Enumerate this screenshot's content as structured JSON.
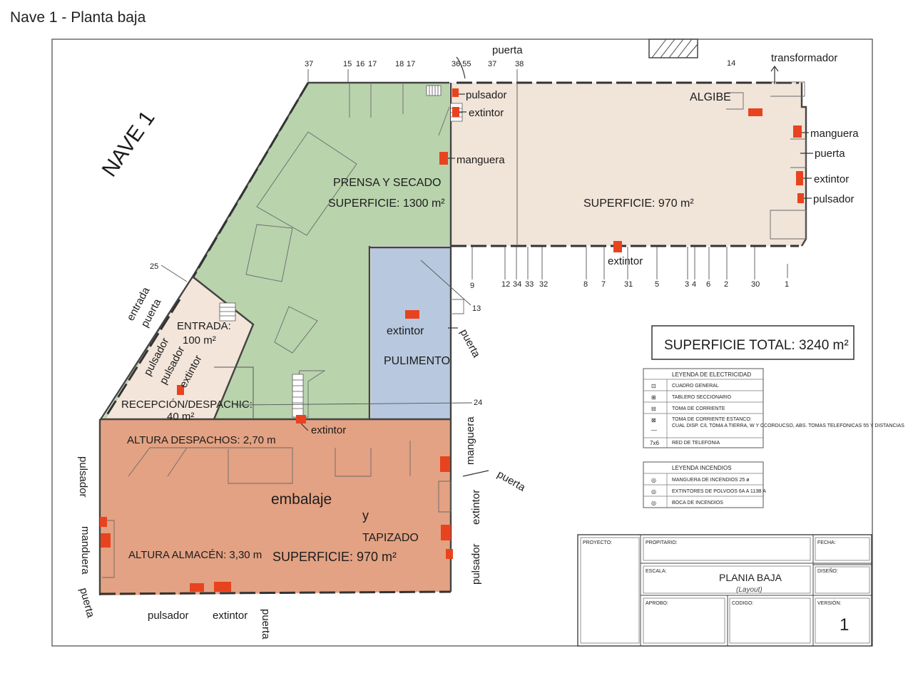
{
  "page_title": "Nave 1 - Planta baja",
  "nave_label": "NAVE 1",
  "colors": {
    "zone_green": "#b9d3ad",
    "zone_beige": "#f1e4d8",
    "zone_blue": "#b8c8de",
    "zone_orange": "#e3a283",
    "zone_entry": "#f3e5da",
    "safety_red": "#e8431f"
  },
  "zones": {
    "prensa": {
      "name": "PRENSA Y SECADO",
      "surface": "SUPERFICIE: 1300 m²"
    },
    "nave_east": {
      "surface": "SUPERFICIE: 970 m²"
    },
    "pulimento": {
      "name": "PULIMENTO",
      "extinguisher": "extintor"
    },
    "embalaje": {
      "name1": "embalaje",
      "name2": "y",
      "name3": "TAPIZADO",
      "surface": "SUPERFICIE: 970 m²",
      "height_offices": "ALTURA DESPACHOS: 2,70 m",
      "height_storage": "ALTURA ALMACÉN: 3,30 m"
    },
    "entrada": {
      "name": "ENTRADA:",
      "surface": "100 m²"
    },
    "recepcion": {
      "name": "RECEPCIÓN/DESPACHIC:",
      "surface": "40 m²"
    },
    "algibe": "ALGIBE"
  },
  "annotations": {
    "puerta_top": "puerta",
    "pulsador_top": "pulsador",
    "extintor_top": "extintor",
    "manguera_mid": "manguera",
    "transformador": "transformador",
    "manguera_right": "manguera",
    "puerta_right": "puerta",
    "extintor_right": "extintor",
    "pulsador_right": "pulsador",
    "extintor_bottom_wall": "extintor",
    "puerta_pulimento": "puerta",
    "entrada": "entrada",
    "puerta_entry": "puerta",
    "pulsador_entry1": "pulsador",
    "pulsador_entry2": "pulsador",
    "extintor_entry": "extintor",
    "extintor_stairs": "extintor",
    "manguera_orange": "manguera",
    "puerta_orange": "puerta",
    "extintor_orange": "extintor",
    "pulsador_orange": "pulsador",
    "pulsador_left": "pulsador",
    "manduera_left": "manduera",
    "puerta_left": "puerta",
    "pulsador_bottom": "pulsador",
    "extintor_bottom": "extintor",
    "puerta_bottom": "puerta"
  },
  "column_numbers_top": [
    "37",
    "15",
    "16",
    "17",
    "18",
    "17",
    "36,55",
    "37",
    "38",
    "14"
  ],
  "column_numbers_mid": [
    "9",
    "12",
    "34",
    "33",
    "32",
    "8",
    "7",
    "31",
    "5",
    "3",
    "4",
    "6",
    "2",
    "30",
    "1"
  ],
  "column_numbers_misc": {
    "n25": "25",
    "n13": "13",
    "n24": "24"
  },
  "total_surface": "SUPERFICIE TOTAL: 3240 m²",
  "legend_electric": {
    "title": "LEYENDA DE ELECTRICIDAD",
    "rows": [
      {
        "symbol": "⊡",
        "text": "CUADRO GENERAL"
      },
      {
        "symbol": "⊞",
        "text": "TABLERO SECCIONARIO"
      },
      {
        "symbol": "⊟",
        "text": "TOMA DE CORRIENTE"
      },
      {
        "symbol": "⊠",
        "text": "TOMA DE CORRIENTE ESTANCO:"
      },
      {
        "symbol": "—",
        "text": "CUAL DISP. C/L TOMA A TIERRA, W Y CCORDUCSO, ABS. TOMAS TELEFONICAS 55 Y DISTANCIAS"
      },
      {
        "symbol": "7x6",
        "text": "RED DE TELEFONIA"
      }
    ]
  },
  "legend_fire": {
    "title": "LEYENDA INCENDIOS",
    "rows": [
      {
        "symbol": "◎",
        "text": "MANGUERA DE INCENDIOS 25 ø"
      },
      {
        "symbol": "◎",
        "text": "EXTINTORES DE POLVOOS 6A A 113B A"
      },
      {
        "symbol": "◎",
        "text": "BOCA DE INCENDIOS"
      }
    ]
  },
  "title_block": {
    "proyecto": "PROYECTO:",
    "propietario": "PROPITARIO:",
    "fecha": "FECHA:",
    "escala": "ESCALA:",
    "diseno": "DISEÑO:",
    "aprobo": "APROBO:",
    "codigo": "CODIGO:",
    "version": "VERSIÓN:",
    "plan_title": "PLANIA BAJA",
    "plan_sub": "(Layout)",
    "version_value": "1"
  }
}
